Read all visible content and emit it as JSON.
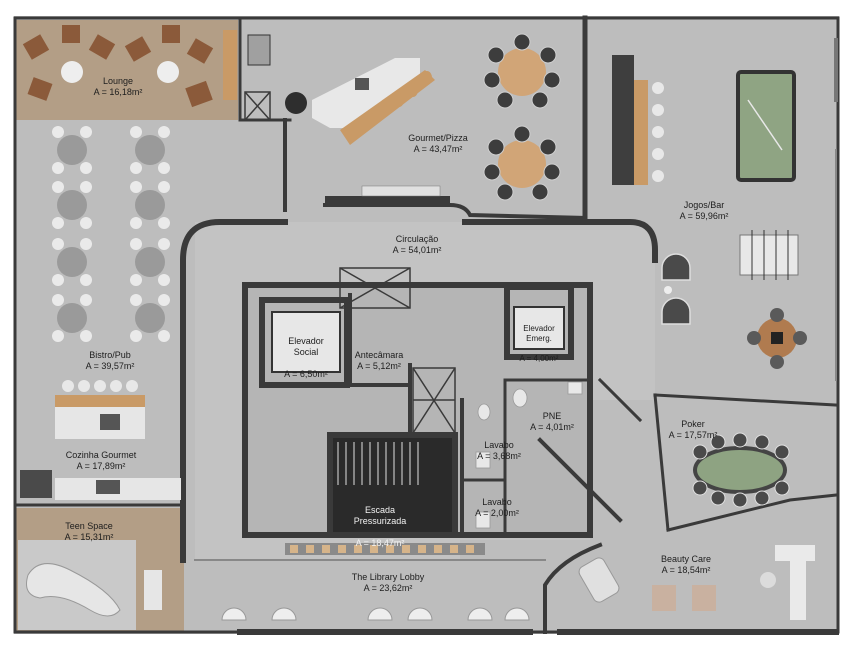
{
  "rooms": [
    {
      "id": "lounge",
      "name": "Lounge",
      "area": "A = 16,18m²"
    },
    {
      "id": "gourmet",
      "name": "Gourmet/Pizza",
      "area": "A = 43,47m²"
    },
    {
      "id": "jogos",
      "name": "Jogos/Bar",
      "area": "A = 59,96m²"
    },
    {
      "id": "circulacao",
      "name": "Circulação",
      "area": "A = 54,01m²"
    },
    {
      "id": "elev-social",
      "name": "Elevador\nSocial",
      "area": "A = 6,50m²"
    },
    {
      "id": "antecamara",
      "name": "Antecâmara",
      "area": "A = 5,12m²"
    },
    {
      "id": "elev-emerg",
      "name": "Elevador\nEmerg.",
      "area": "A = 4,00m²"
    },
    {
      "id": "bistro",
      "name": "Bistro/Pub",
      "area": "A = 39,57m²"
    },
    {
      "id": "pne",
      "name": "PNE",
      "area": "A = 4,01m²"
    },
    {
      "id": "poker",
      "name": "Poker",
      "area": "A = 17,57m²"
    },
    {
      "id": "lavabo1",
      "name": "Lavabo",
      "area": "A = 3,68m²"
    },
    {
      "id": "cozinha",
      "name": "Cozinha Gourmet",
      "area": "A = 17,89m²"
    },
    {
      "id": "escada",
      "name": "Escada\nPressurizada",
      "area": "A = 18,47m²"
    },
    {
      "id": "lavabo2",
      "name": "Lavabo",
      "area": "A = 2,00m²"
    },
    {
      "id": "teen",
      "name": "Teen Space",
      "area": "A = 15,31m²"
    },
    {
      "id": "beauty",
      "name": "Beauty Care",
      "area": "A = 18,54m²"
    },
    {
      "id": "library",
      "name": "The Library Lobby",
      "area": "A = 23,62m²"
    }
  ],
  "colors": {
    "wall": "#3a3a3a",
    "floor": "#b9b9b9",
    "floor_light": "#c6c6c6",
    "wood": "#c99a66",
    "wood_floor": "#b8a28a",
    "table_grey": "#9a9a9a",
    "green_felt": "#8ea382",
    "dark_chair": "#4a4a4a",
    "light_chair": "#e8e8e8",
    "elevator_box": "#e6e6e6"
  }
}
